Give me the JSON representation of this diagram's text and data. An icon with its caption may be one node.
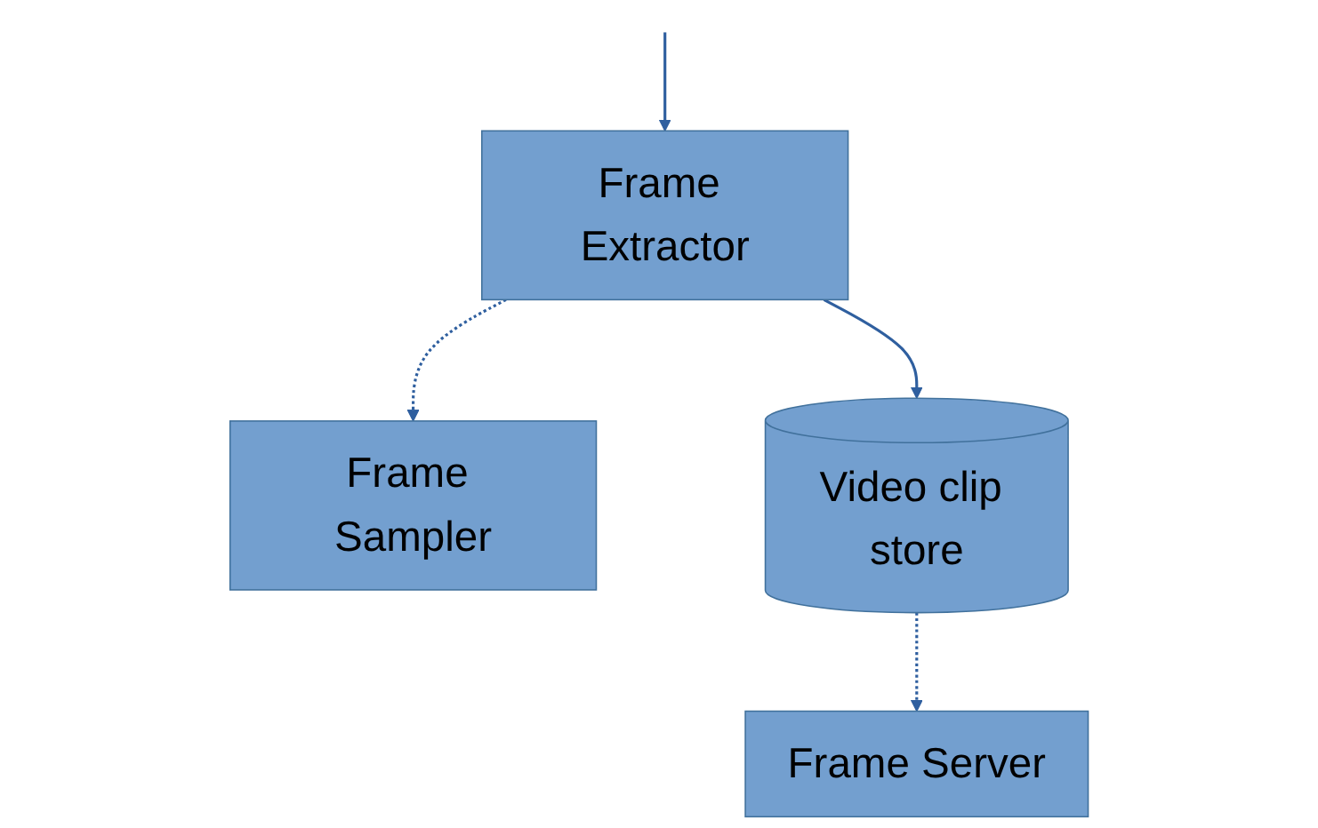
{
  "diagram": {
    "nodes": [
      {
        "text": [
          "Frame Extractor"
        ]
      },
      {
        "text": [
          "Frame Sampler"
        ]
      },
      {
        "text": [
          "Video clip store"
        ]
      },
      {
        "text": [
          "Frame Server"
        ]
      }
    ],
    "edges": [
      {
        "from": null,
        "to": 0,
        "arrow": "to"
      },
      {
        "from": 0,
        "to": 1,
        "arrow": "to",
        "style": "dashed"
      },
      {
        "from": 0,
        "to": 2,
        "arrow": "to"
      },
      {
        "from": 2,
        "to": 3,
        "arrow": "to",
        "style": "dashed"
      }
    ]
  }
}
